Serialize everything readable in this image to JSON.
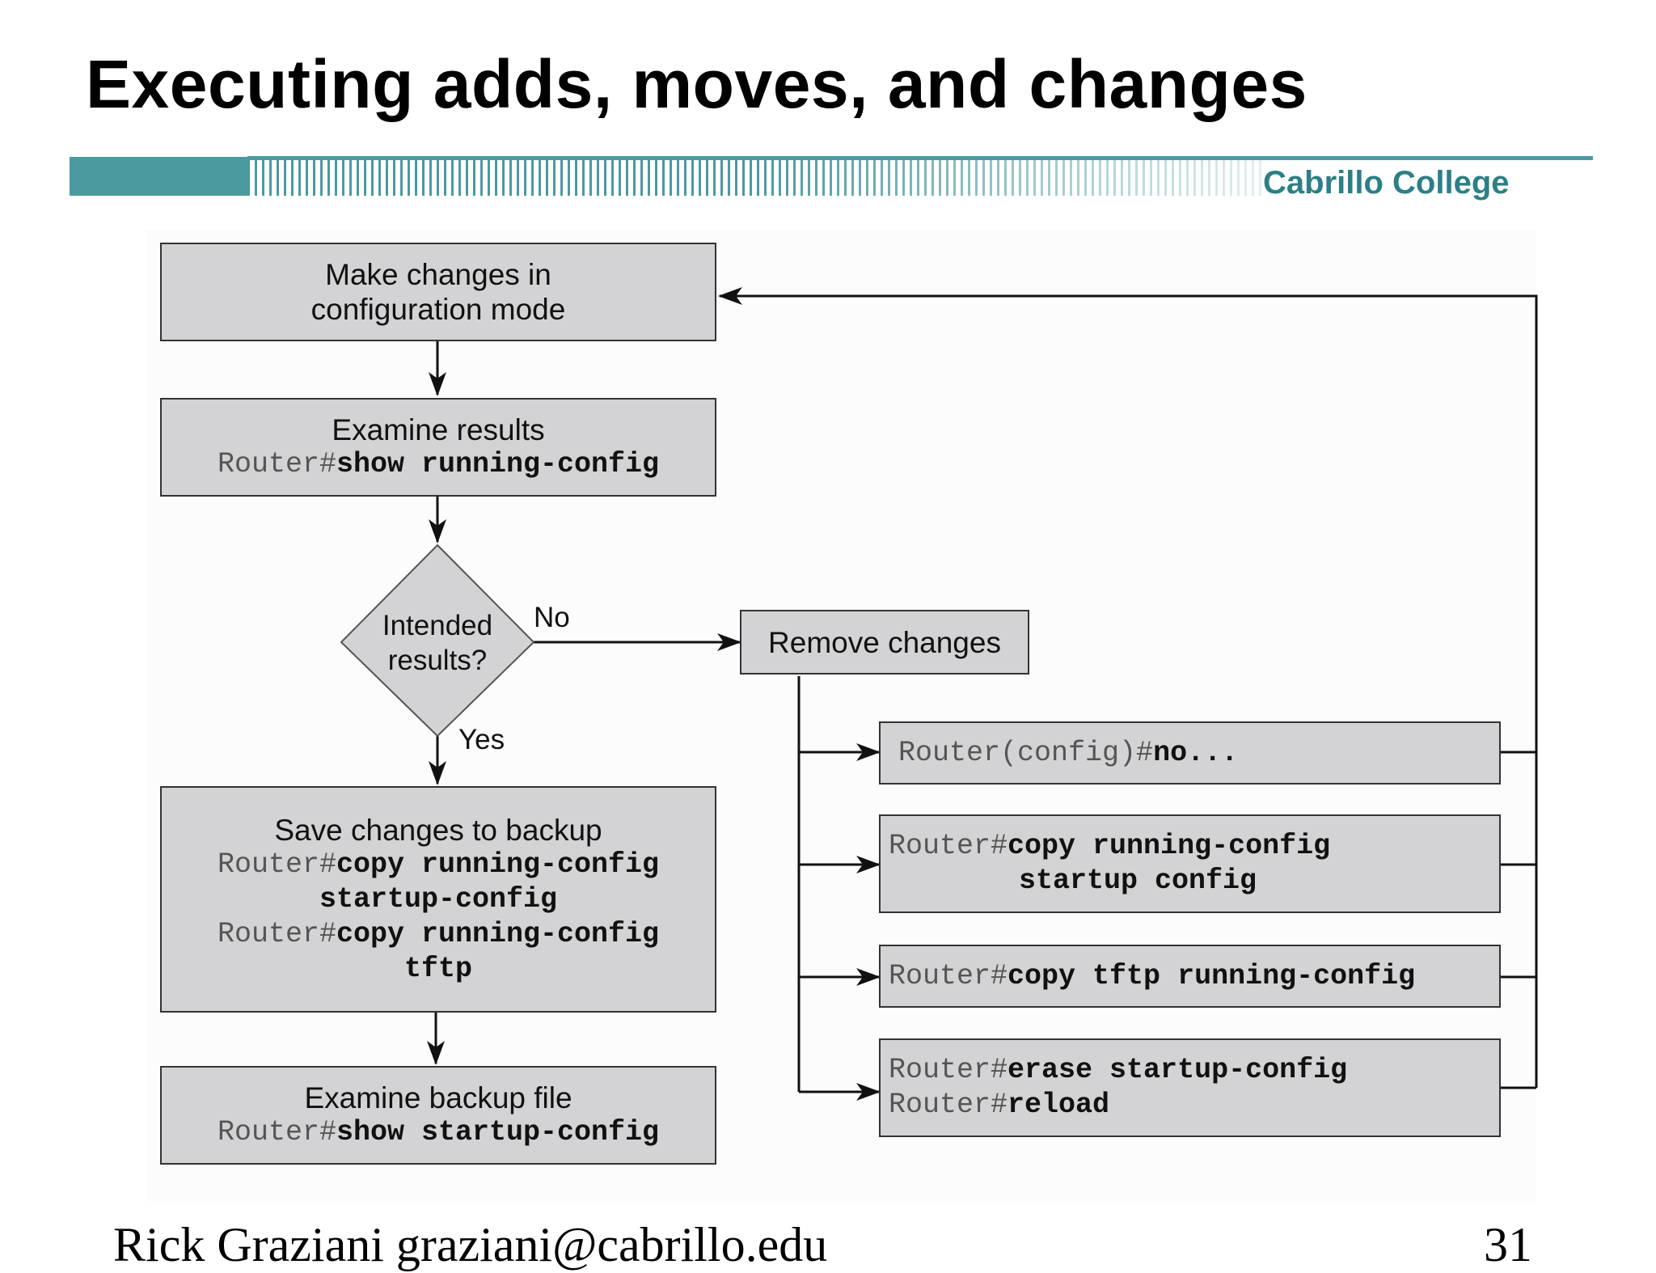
{
  "slide": {
    "title": "Executing adds, moves, and changes",
    "brand": "Cabrillo College",
    "brand_color": "#2c7f86",
    "banner_color": "#4a9aa0",
    "footer_left": "Rick Graziani  graziani@cabrillo.edu",
    "footer_right": "31"
  },
  "flow": {
    "make_changes": {
      "line1": "Make changes in",
      "line2": "configuration mode"
    },
    "examine_results": {
      "text": "Examine results",
      "prompt": "Router#",
      "cmd": "show running-config"
    },
    "decision": {
      "line1": "Intended",
      "line2": "results?",
      "no_label": "No",
      "yes_label": "Yes"
    },
    "remove_changes": {
      "text": "Remove changes"
    },
    "save_backup": {
      "text": "Save changes to backup",
      "prompt1": "Router#",
      "cmd1": "copy running-config",
      "cmd1_cont": "startup-config",
      "prompt2": "Router#",
      "cmd2": "copy running-config",
      "cmd2_cont": "tftp"
    },
    "examine_backup": {
      "text": "Examine backup file",
      "prompt": "Router#",
      "cmd": "show startup-config"
    },
    "options": {
      "no_cmd": {
        "prompt": "Router(config)#",
        "cmd": "no..."
      },
      "copy_startup": {
        "prompt": "Router#",
        "cmd": "copy running-config",
        "cont": "startup config"
      },
      "copy_tftp": {
        "prompt": "Router#",
        "cmd": "copy tftp running-config"
      },
      "erase_reload": {
        "prompt1": "Router#",
        "cmd1": "erase startup-config",
        "prompt2": "Router#",
        "cmd2": "reload"
      }
    }
  }
}
